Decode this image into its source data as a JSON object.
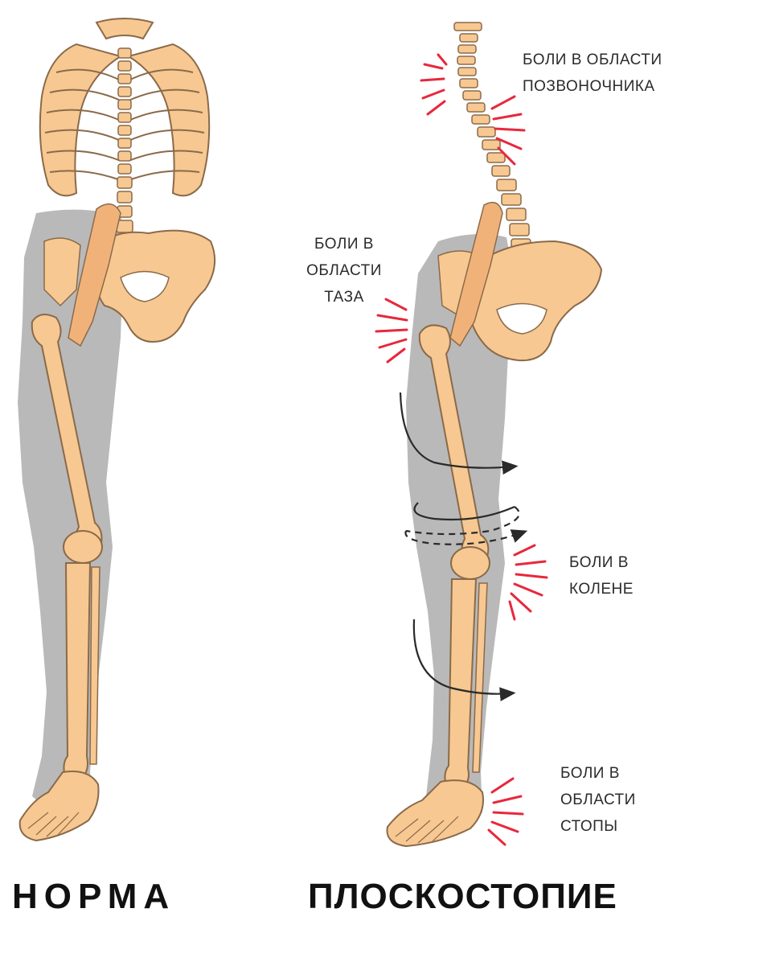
{
  "colors": {
    "bone": "#f7c891",
    "bone_outline": "#8a6a4a",
    "silhouette": "#b9b9b9",
    "pain_marks": "#e8283c",
    "arrow": "#2a2a2a",
    "text": "#2b2b2b"
  },
  "captions": {
    "normal": "НОРМА",
    "flatfoot": "ПЛОСКОСТОПИЕ"
  },
  "labels": {
    "spine": [
      "БОЛИ В ОБЛАСТИ",
      "ПОЗВОНОЧНИКА"
    ],
    "pelvis": [
      "БОЛИ В",
      "ОБЛАСТИ",
      "ТАЗА"
    ],
    "knee": [
      "БОЛИ В",
      "КОЛЕНЕ"
    ],
    "foot": [
      "БОЛИ В",
      "ОБЛАСТИ",
      "СТОПЫ"
    ]
  },
  "icons": [
    "pain-burst-icon",
    "rotation-arrow-icon"
  ]
}
